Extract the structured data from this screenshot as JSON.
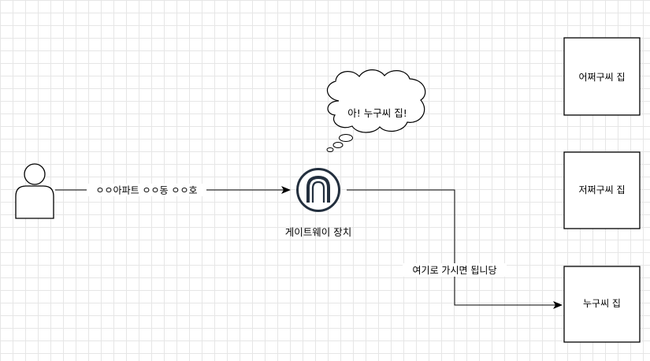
{
  "diagram": {
    "person": {
      "icon": "user-icon"
    },
    "arrow_person_to_gateway": {
      "label": "ㅇㅇ아파트 ㅇㅇ동 ㅇㅇ호"
    },
    "gateway": {
      "icon": "gateway-arch-icon",
      "label": "게이트웨이 장치"
    },
    "thought_bubble": {
      "text": "아! 누구씨 집!"
    },
    "arrow_gateway_to_house": {
      "label": "여기로 가시면 됩니당"
    },
    "houses": [
      {
        "label": "어쩌구씨 집"
      },
      {
        "label": "저쩌구씨 집"
      },
      {
        "label": "누구씨 집"
      }
    ],
    "colors": {
      "stroke": "#000000",
      "icon": "#232f3e",
      "fill": "#ffffff"
    }
  }
}
